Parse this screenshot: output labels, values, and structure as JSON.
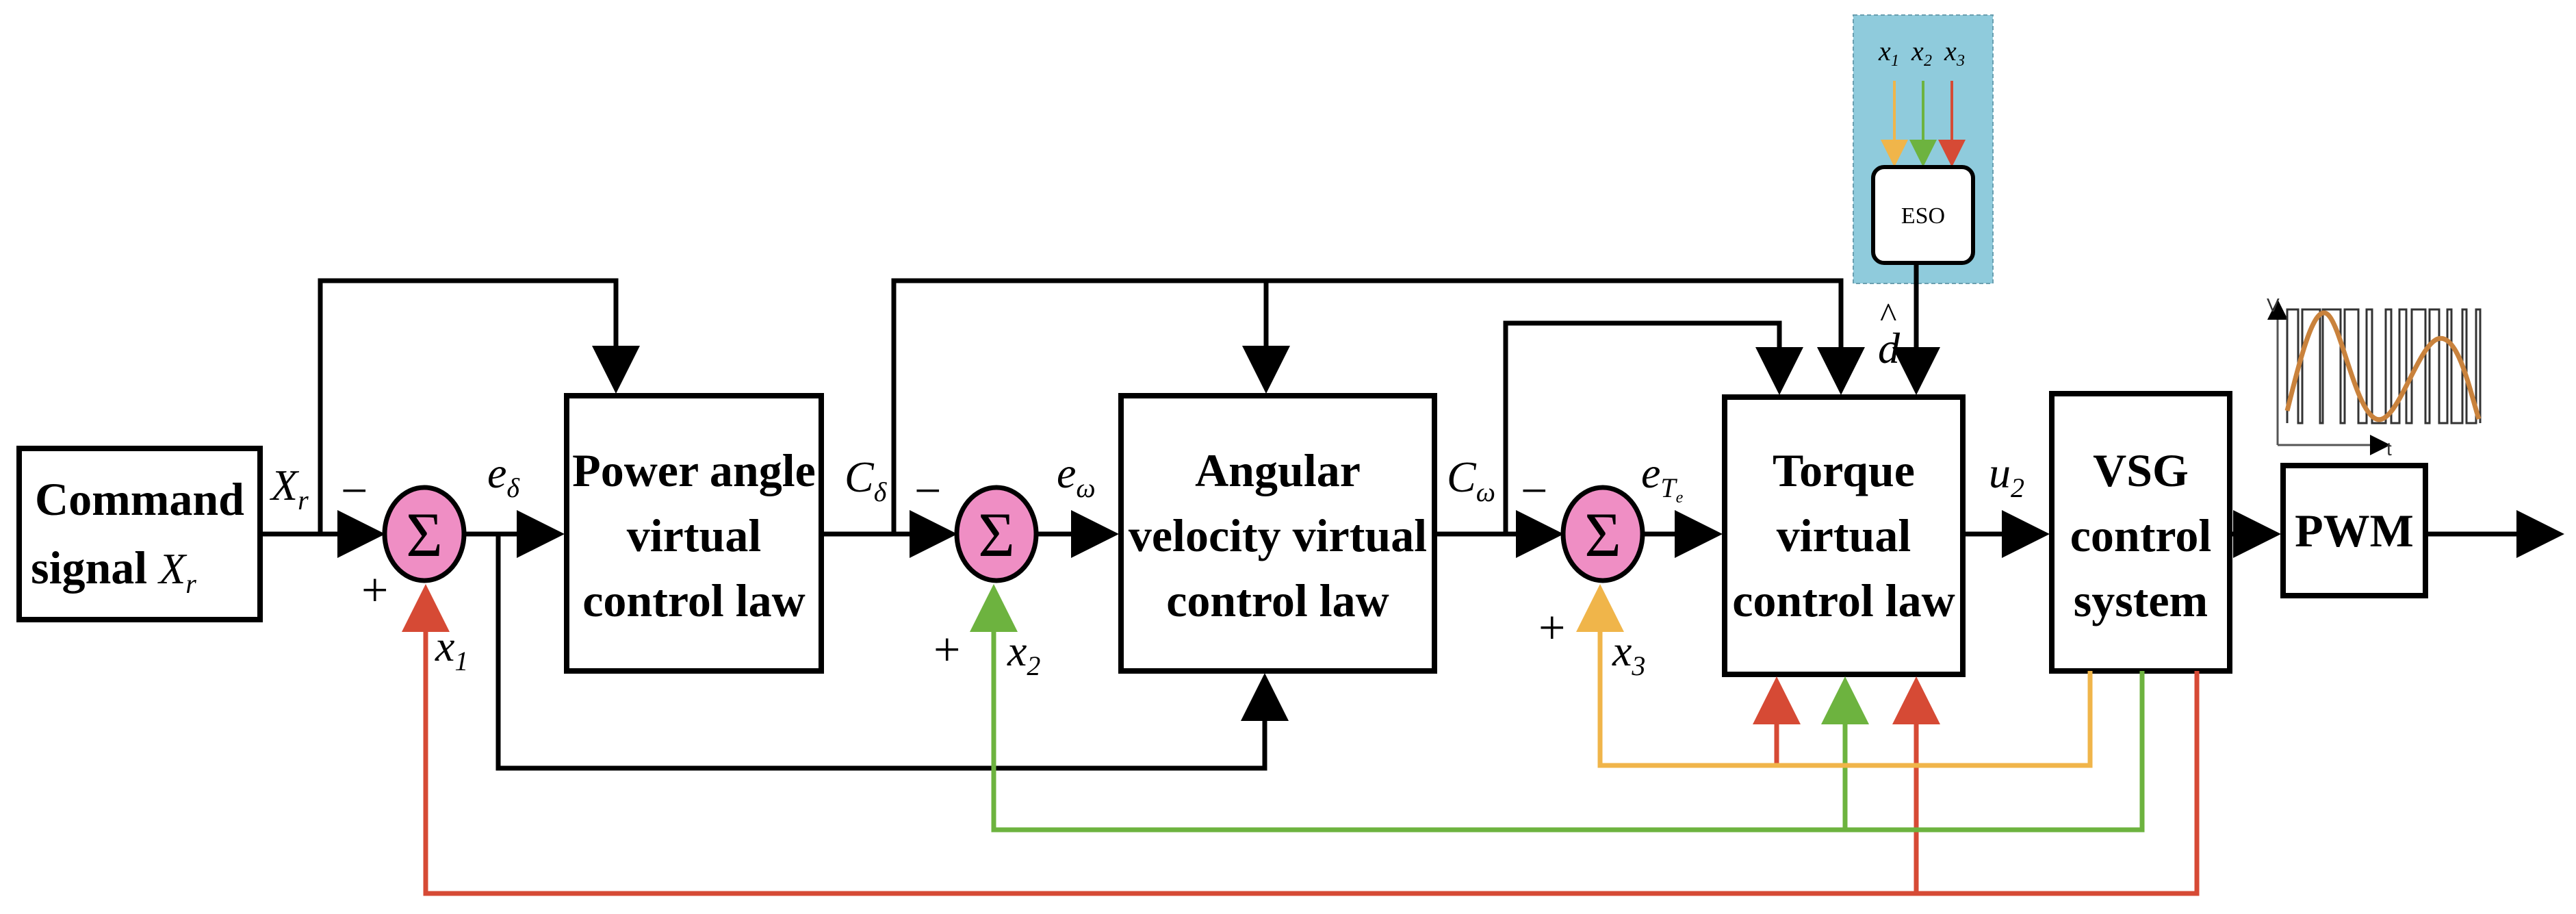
{
  "blocks": {
    "command": [
      "Command",
      "signal "
    ],
    "command_sym": "X",
    "command_sub": "r",
    "power": [
      "Power angle",
      "virtual",
      "control law"
    ],
    "angular": [
      "Angular",
      "velocity virtual",
      "control law"
    ],
    "torque": [
      "Torque",
      "virtual",
      "control law"
    ],
    "vsg": [
      "VSG",
      "control",
      "system"
    ],
    "pwm": "PWM",
    "eso": "ESO"
  },
  "sum_symbol": "Σ",
  "signs": {
    "minus": "−",
    "plus": "+"
  },
  "labels": {
    "Xr": {
      "main": "X",
      "sub": "r"
    },
    "e_delta": {
      "main": "e",
      "sub": "δ"
    },
    "C_delta": {
      "main": "C",
      "sub": "δ"
    },
    "e_omega": {
      "main": "e",
      "sub": "ω"
    },
    "C_omega": {
      "main": "C",
      "sub": "ω"
    },
    "e_Te": {
      "main": "e",
      "sub": "T",
      "subsub": "e"
    },
    "u2": {
      "main": "u",
      "sub": "2"
    },
    "x1": {
      "main": "x",
      "sub": "1"
    },
    "x2": {
      "main": "x",
      "sub": "2"
    },
    "x3": {
      "main": "x",
      "sub": "3"
    },
    "d_hat": "d",
    "hat": "^"
  },
  "inset": {
    "x_labels": [
      {
        "main": "x",
        "sub": "1"
      },
      {
        "main": "x",
        "sub": "2"
      },
      {
        "main": "x",
        "sub": "3"
      }
    ],
    "axis_v": "V",
    "axis_t": "t"
  },
  "colors": {
    "x1_line": "#d64a35",
    "x2_line": "#6db33f",
    "x3_line": "#f0b54a",
    "sum_fill": "#ef8ec4",
    "eso_bg": "#8fcbdc",
    "sine": "#c9823c"
  }
}
